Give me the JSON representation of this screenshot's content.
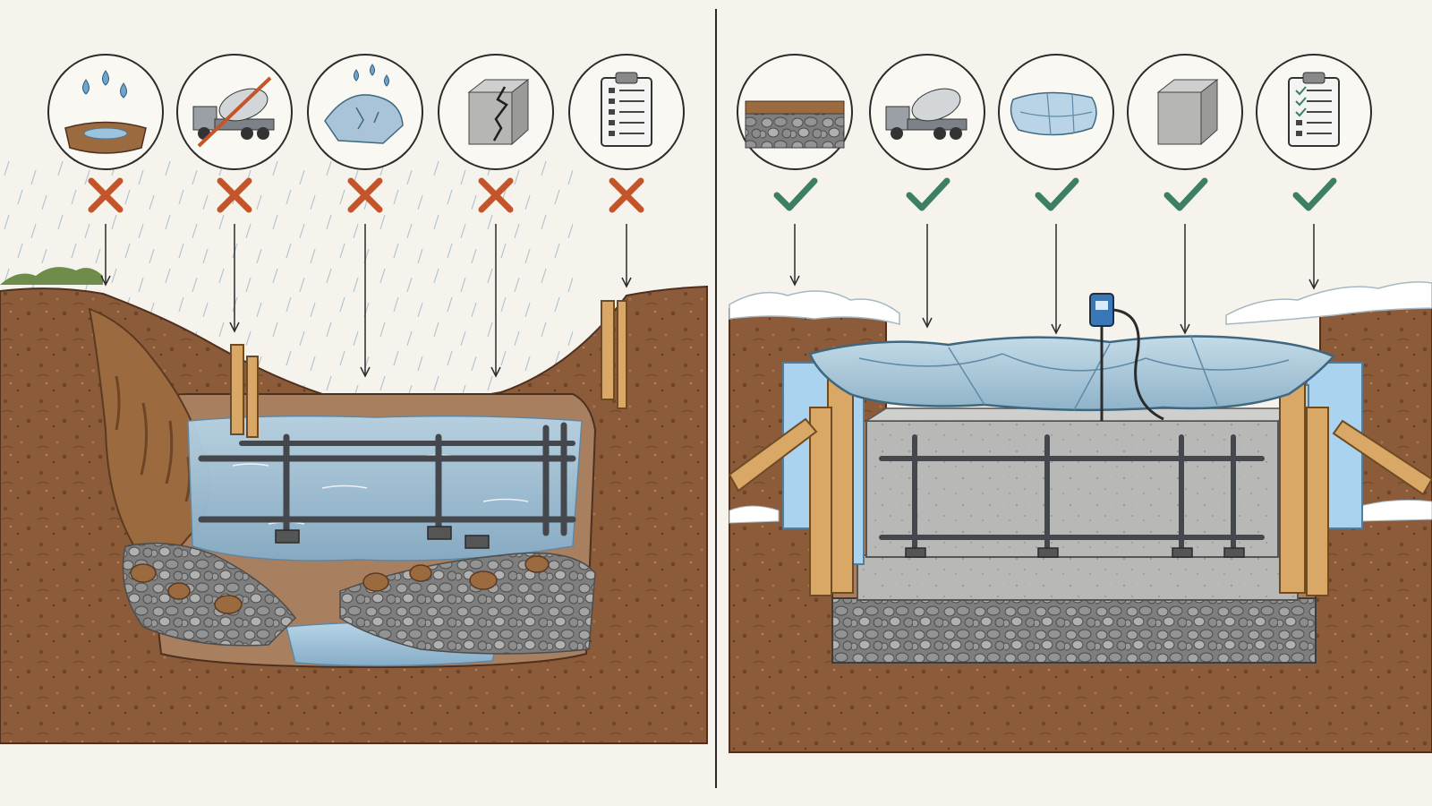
{
  "panels": [
    {
      "id": "wrong",
      "status": "incorrect",
      "status_color": "#c4552b",
      "steps": [
        {
          "icon": "rain-on-mud-icon",
          "mark": "cross-icon"
        },
        {
          "icon": "mixer-truck-crossed-out-icon",
          "mark": "cross-icon"
        },
        {
          "icon": "torn-tarp-icon",
          "mark": "cross-icon"
        },
        {
          "icon": "cracked-concrete-block-icon",
          "mark": "cross-icon"
        },
        {
          "icon": "checklist-icon",
          "mark": "cross-icon"
        }
      ]
    },
    {
      "id": "right",
      "status": "correct",
      "status_color": "#3d7f64",
      "steps": [
        {
          "icon": "compacted-gravel-base-icon",
          "mark": "checkmark-icon"
        },
        {
          "icon": "mixer-truck-icon",
          "mark": "checkmark-icon"
        },
        {
          "icon": "insulated-blanket-icon",
          "mark": "checkmark-icon"
        },
        {
          "icon": "solid-concrete-block-icon",
          "mark": "checkmark-icon"
        },
        {
          "icon": "checked-checklist-icon",
          "mark": "checkmark-icon"
        }
      ]
    }
  ],
  "colors": {
    "background": "#f6f3ec",
    "soil": "#8a5a3a",
    "soil_dark": "#6a4028",
    "mud": "#9b6a3f",
    "water": "#9cc3dd",
    "gravel": "#8e8e8e",
    "concrete": "#b9b9b7",
    "rebar": "#4a4d52",
    "wood": "#d9a866",
    "insulation": "#a9d3ee",
    "blanket": "#9fc2d8",
    "snow": "#ffffff",
    "ink": "#2b2b2b"
  }
}
